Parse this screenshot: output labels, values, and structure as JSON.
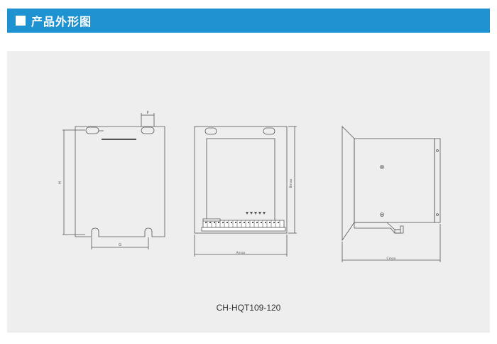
{
  "header": {
    "title": "产品外形图"
  },
  "dimensions": {
    "front": {
      "height_label": "H",
      "width_label": "G",
      "pitch_label": "P"
    },
    "side": {
      "width_label": "Amax",
      "height_label": "Bmax"
    },
    "right": {
      "depth_label": "Cmax"
    }
  },
  "model": {
    "name": "CH-HQT109-120"
  },
  "colors": {
    "header_bg": "#1f93d2",
    "panel_bg": "#eeeeee",
    "line": "#555555"
  }
}
